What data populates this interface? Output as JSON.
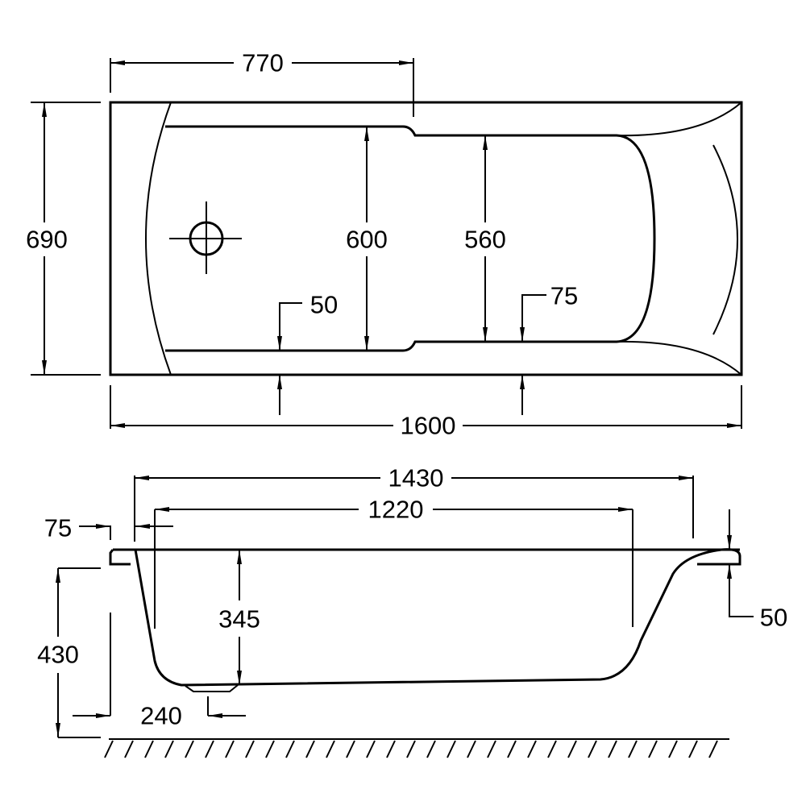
{
  "top_view": {
    "dims": {
      "overall_length": "1600",
      "overall_width": "690",
      "drain_offset": "770",
      "inner_width_wide": "600",
      "inner_width_narrow": "560",
      "rim_left": "50",
      "rim_right": "75"
    }
  },
  "side_view": {
    "dims": {
      "top_length": "1430",
      "bottom_length": "1220",
      "rim_thickness_left": "75",
      "rim_thickness_right": "50",
      "height": "430",
      "depth": "345",
      "drain_position": "240"
    }
  },
  "colors": {
    "line": "#000000",
    "background": "#ffffff"
  }
}
